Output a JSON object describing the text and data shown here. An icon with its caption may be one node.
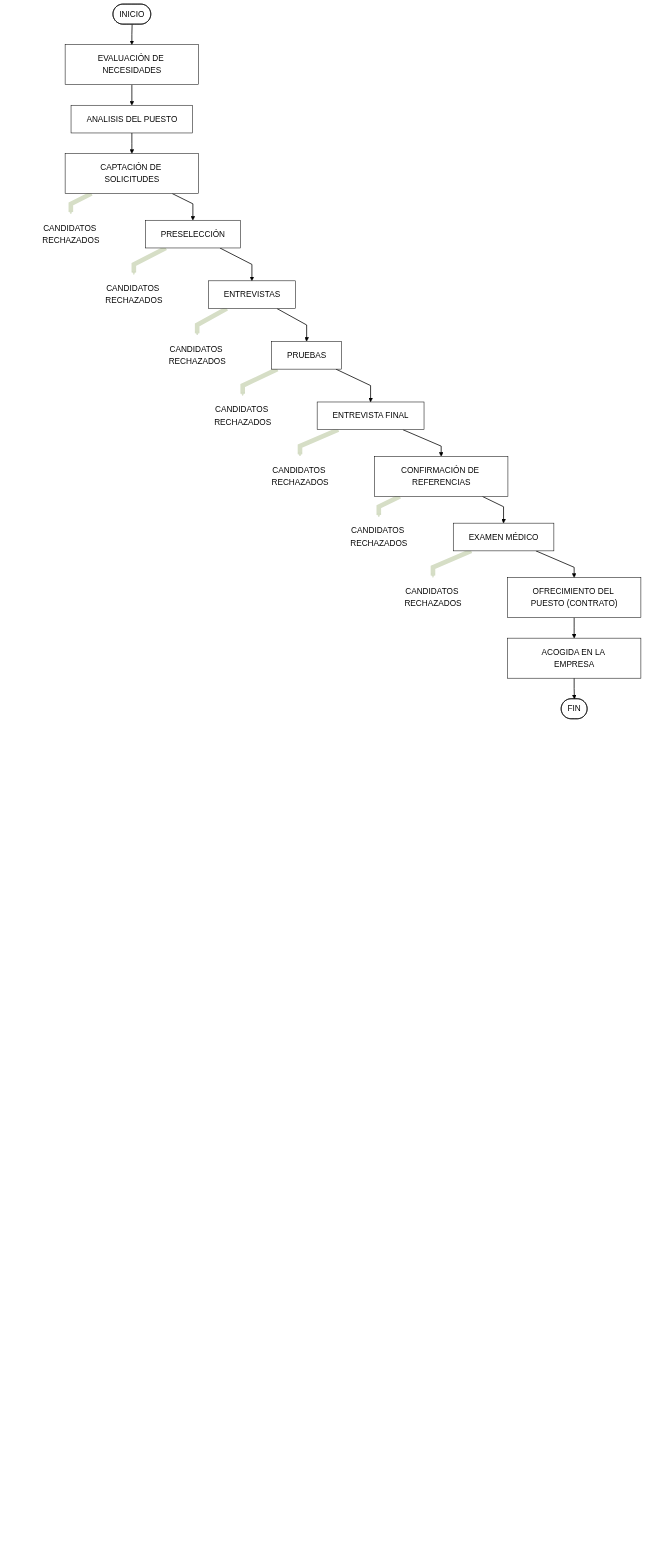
{
  "diagram": {
    "nodes": [
      {
        "text": [
          "INICIO"
        ]
      },
      {
        "text": [
          "EVALUACIÓN DE NECESIDADES"
        ]
      },
      {
        "text": [
          "ANALISIS DEL PUESTO"
        ]
      },
      {
        "text": [
          "CAPTACIÓN DE SOLICITUDES"
        ]
      },
      {
        "text": [
          "CANDIDATOS RECHAZADOS"
        ]
      },
      {
        "text": [
          "PRESELECCIÓN"
        ]
      },
      {
        "text": [
          "CANDIDATOS RECHAZADOS"
        ]
      },
      {
        "text": [
          "ENTREVISTAS"
        ]
      },
      {
        "text": [
          "CANDIDATOS RECHAZADOS"
        ]
      },
      {
        "text": [
          "PRUEBAS"
        ]
      },
      {
        "text": [
          "CANDIDATOS RECHAZADOS"
        ]
      },
      {
        "text": [
          "ENTREVISTA FINAL"
        ]
      },
      {
        "text": [
          "CANDIDATOS RECHAZADOS"
        ]
      },
      {
        "text": [
          "CONFIRMACIÓN DE REFERENCIAS"
        ]
      },
      {
        "text": [
          "CANDIDATOS RECHAZADOS"
        ]
      },
      {
        "text": [
          "EXAMEN MÉDICO"
        ]
      },
      {
        "text": [
          "CANDIDATOS RECHAZADOS"
        ]
      },
      {
        "text": [
          "OFRECIMIENTO DEL PUESTO (CONTRATO)"
        ]
      },
      {
        "text": [
          "ACOGIDA EN LA EMPRESA"
        ]
      },
      {
        "text": [
          "FIN"
        ]
      }
    ],
    "edges": [
      {
        "from": 0,
        "to": 1,
        "arrow": "to"
      },
      {
        "from": 1,
        "to": 2,
        "arrow": "to"
      },
      {
        "from": 2,
        "to": 3,
        "arrow": "to"
      },
      {
        "from": 3,
        "to": 5,
        "arrow": "to"
      },
      {
        "from": 3,
        "to": 4,
        "arrow": "to",
        "style": "thick",
        "color": "#d6dec6"
      },
      {
        "from": 5,
        "to": 7,
        "arrow": "to"
      },
      {
        "from": 5,
        "to": 6,
        "arrow": "to",
        "style": "thick",
        "color": "#d6dec6"
      },
      {
        "from": 7,
        "to": 9,
        "arrow": "to"
      },
      {
        "from": 7,
        "to": 8,
        "arrow": "to",
        "style": "thick",
        "color": "#d6dec6"
      },
      {
        "from": 9,
        "to": 11,
        "arrow": "to"
      },
      {
        "from": 9,
        "to": 10,
        "arrow": "to",
        "style": "thick",
        "color": "#d6dec6"
      },
      {
        "from": 11,
        "to": 13,
        "arrow": "to"
      },
      {
        "from": 11,
        "to": 12,
        "arrow": "to",
        "style": "thick",
        "color": "#d6dec6"
      },
      {
        "from": 13,
        "to": 15,
        "arrow": "to"
      },
      {
        "from": 13,
        "to": 14,
        "arrow": "to",
        "style": "thick",
        "color": "#d6dec6"
      },
      {
        "from": 15,
        "to": 17,
        "arrow": "to"
      },
      {
        "from": 15,
        "to": 16,
        "arrow": "to",
        "style": "thick",
        "color": "#d6dec6"
      },
      {
        "from": 17,
        "to": 18,
        "arrow": "to"
      },
      {
        "from": 18,
        "to": 19,
        "arrow": "to"
      }
    ]
  }
}
